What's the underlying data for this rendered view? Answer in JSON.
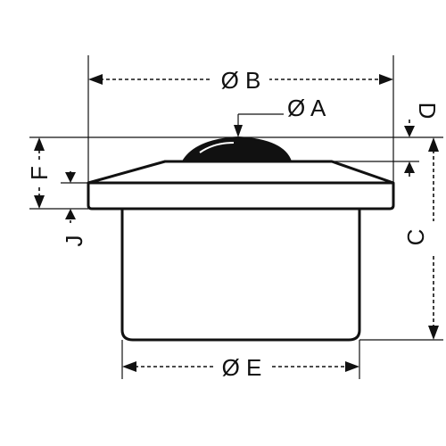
{
  "drawing": {
    "labels": {
      "dim_a": "Ø A",
      "dim_b": "Ø B",
      "dim_c": "C",
      "dim_d": "D",
      "dim_e": "Ø E",
      "dim_f": "F",
      "dim_j": "J"
    }
  }
}
